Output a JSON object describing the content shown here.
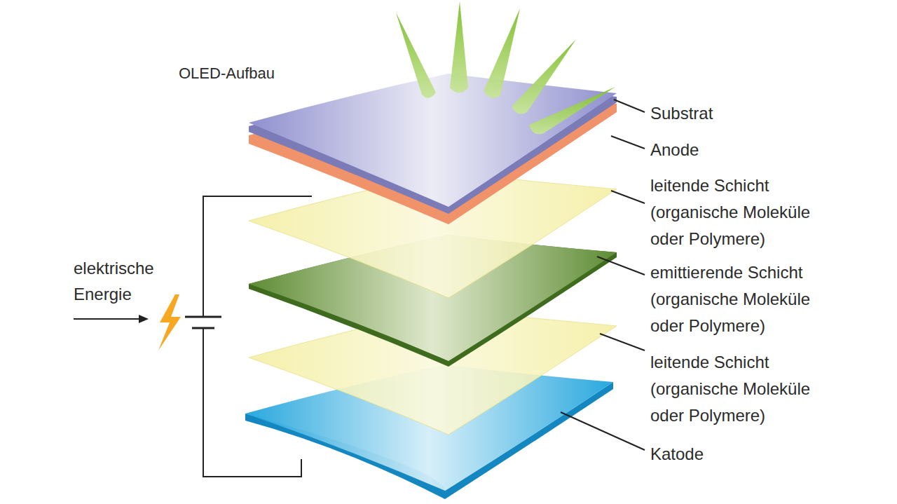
{
  "diagram": {
    "title": "OLED-Aufbau",
    "labels": [
      "Substrat",
      "Anode",
      "leitende Schicht (organische Moleküle oder Polymere)",
      "emittierende Schicht (organische Moleküle oder Polymere)",
      "leitende Schicht (organische Moleküle oder Polymere)",
      "Katode",
      "elektrische Energie"
    ]
  }
}
